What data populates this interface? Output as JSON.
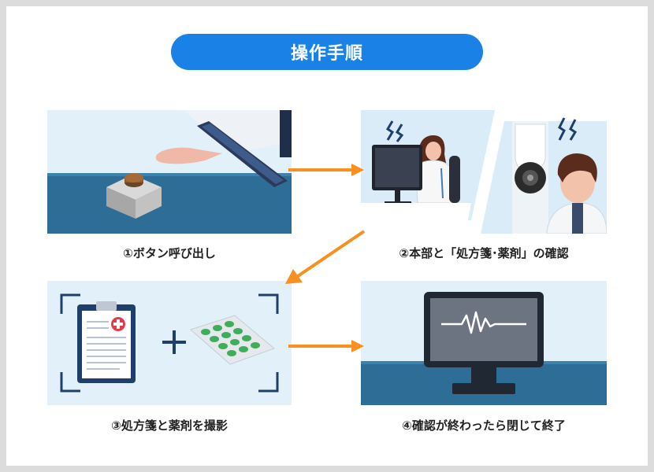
{
  "title": "操作手順",
  "steps": [
    {
      "caption": "①ボタン呼び出し"
    },
    {
      "caption": "②本部と「処方箋･薬剤」の確認"
    },
    {
      "caption": "③処方箋と薬剤を撮影"
    },
    {
      "caption": "④確認が終わったら閉じて終了"
    }
  ],
  "colors": {
    "title_bg": "#1a82e6",
    "arrow": "#f7901e",
    "panel_bg": "#d9ecf8",
    "desk_blue": "#2e6e96"
  }
}
